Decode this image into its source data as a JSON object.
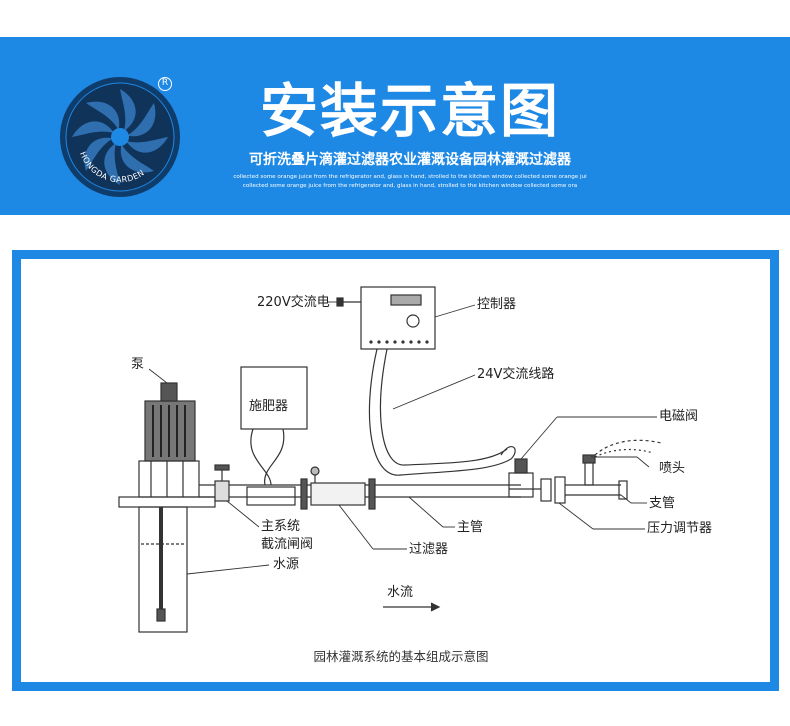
{
  "header": {
    "title": "安装示意图",
    "subtitle": "可折洗叠片滴灌过滤器农业灌溉设备园林灌溉过滤器",
    "english_line1": "collected some orange juice from the refrigerator and, glass in hand, strolled to the kitchen window  collected some orange jui",
    "english_line2": "collected some orange juice from the refrigerator and, glass in hand, strolled to the kitchen window  collected some ora",
    "logo_text": "HONGDA GARDEN",
    "registered_mark": "R"
  },
  "diagram": {
    "labels": {
      "power": "220V交流电",
      "controller": "控制器",
      "line_24v": "24V交流线路",
      "pump": "泵",
      "fertilizer": "施肥器",
      "solenoid_valve": "电磁阀",
      "sprinkler": "喷头",
      "branch_pipe": "支管",
      "pressure_regulator": "压力调节器",
      "main_system": "主系统",
      "shutoff_valve": "截流闸阀",
      "main_pipe": "主管",
      "filter": "过滤器",
      "water_source": "水源",
      "water_flow": "水流"
    },
    "caption": "园林灌溉系统的基本组成示意图"
  },
  "colors": {
    "brand_blue": "#1e88e5",
    "logo_navy": "#10335a",
    "ink": "#222222"
  }
}
